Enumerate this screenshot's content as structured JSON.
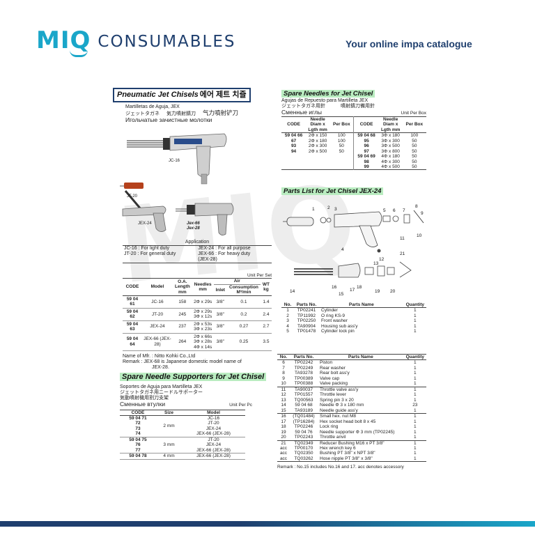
{
  "header": {
    "logo_brand": "MIQ",
    "logo_word": "CONSUMABLES",
    "tagline": "Your online impa catalogue",
    "watermark": "MIQ"
  },
  "chisels": {
    "title": "Pneumatic Jet Chisels",
    "title_korean": "에어 제트 치즐",
    "sub_spanish": "Martilletas de Aguja, JEX",
    "sub_japanese": "ジェットタガネ",
    "sub_japanese2": "気力噴射錆刀",
    "sub_chinese": "气力噴射铲刀",
    "sub_russian": "Игольчатые зачистные молотки",
    "tool_labels": [
      "JC-16",
      "JT-20",
      "JEX-24",
      "Jex-66",
      "Jex-28"
    ],
    "application_label": "Application",
    "application": [
      [
        "JC-16 : For light duty",
        "JEX-24 : For all purpose"
      ],
      [
        "JT-20 : For general duty",
        "JEX-66 : For heavy duty"
      ],
      [
        "",
        "(JEX-28)"
      ]
    ],
    "unit_label": "Unit Per Set",
    "headers": {
      "code": "CODE",
      "model": "Model",
      "length": "O.A. Length mm",
      "needles": "Needles mm",
      "air": "Air",
      "inlet": "Inlet",
      "consumption": "Consumption M³/min",
      "wt": "WT kg"
    },
    "rows": [
      {
        "code": "59 04 61",
        "model": "JC-16",
        "length": "158",
        "needles": [
          "2Φ x 29s"
        ],
        "inlet": "3/8\"",
        "consumption": "0.1",
        "wt": "1.4"
      },
      {
        "code": "59 04 62",
        "model": "JT-20",
        "length": "245",
        "needles": [
          "2Φ x 29s",
          "3Φ x 12s"
        ],
        "inlet": "3/8\"",
        "consumption": "0.2",
        "wt": "2.4"
      },
      {
        "code": "59 04 63",
        "model": "JEX-24",
        "length": "237",
        "needles": [
          "2Φ x 53s",
          "3Φ x 23s"
        ],
        "inlet": "3/8\"",
        "consumption": "0.27",
        "wt": "2.7"
      },
      {
        "code": "59 04 64",
        "model": "JEX-66 (JEX-28)",
        "length": "264",
        "needles": [
          "2Φ x 66s",
          "3Φ x 28s",
          "4Φ x 14s"
        ],
        "inlet": "3/8\"",
        "consumption": "0.25",
        "wt": "3.5"
      }
    ],
    "mfr": "Name of Mfr. : Nitto Kohki Co.,Ltd",
    "remark": "Remark :   JEX-68 is Japanese domestic model name of",
    "remark2": "JEX-28."
  },
  "supporters": {
    "title": "Spare Needle Supporters for Jet Chisel",
    "sub_spanish": "Soportes de Aguja para Martilleta JEX",
    "sub_japanese": "ジェットタガネ用ニードルサポーター",
    "sub_chinese": "気動噴射機用割刀支架",
    "sub_russian": "Сменные втулки",
    "unit_label": "Unit Per Pc",
    "headers": {
      "code": "CODE",
      "size": "Size",
      "model": "Model"
    },
    "groups": [
      {
        "size": "2 mm",
        "rows": [
          [
            "59 04 71",
            "JC-16"
          ],
          [
            "72",
            "JT-20"
          ],
          [
            "73",
            "JEX-24"
          ],
          [
            "74",
            "JEX-66 (JEX-28)"
          ]
        ]
      },
      {
        "size": "3 mm",
        "rows": [
          [
            "59 04 75",
            "JT-20"
          ],
          [
            "76",
            "JEX-24"
          ],
          [
            "77",
            "JEX-66 (JEX-28)"
          ]
        ]
      },
      {
        "size": "4 mm",
        "rows": [
          [
            "59 04 78",
            "JEX-66 (JEX-28)"
          ]
        ]
      }
    ]
  },
  "needles": {
    "title": "Spare Needles for Jet Chisel",
    "sub_spanish": "Agujas de Repuesto para Martilleta JEX",
    "sub_japanese": "ジェットタガネ用針",
    "sub_chinese": "噴射錆刀備用針",
    "sub_russian": "Сменные иглы",
    "unit_label": "Unit Per Box",
    "headers": {
      "code": "CODE",
      "needle": "Needle Diam x Lgth mm",
      "perbox": "Per Box"
    },
    "left": [
      [
        "59 04 66",
        "2Φ x 150",
        "100"
      ],
      [
        "67",
        "2Φ x 180",
        "100"
      ],
      [
        "93",
        "2Φ x 300",
        "50"
      ],
      [
        "94",
        "2Φ x 500",
        "50"
      ]
    ],
    "right": [
      [
        "59 04 68",
        "3Φ x 180",
        "100"
      ],
      [
        "95",
        "3Φ x 300",
        "50"
      ],
      [
        "96",
        "3Φ x 500",
        "50"
      ],
      [
        "97",
        "3Φ x 800",
        "50"
      ],
      [
        "59 04 69",
        "4Φ x 180",
        "50"
      ],
      [
        "98",
        "4Φ x 300",
        "50"
      ],
      [
        "99",
        "4Φ x 500",
        "50"
      ]
    ]
  },
  "parts": {
    "title": "Parts List for Jet Chisel JEX-24",
    "diagram_numbers": [
      "1",
      "2",
      "3",
      "5",
      "6",
      "7",
      "8",
      "9",
      "10",
      "11",
      "12",
      "13",
      "14",
      "15",
      "16",
      "17",
      "18",
      "19",
      "20",
      "21",
      "4"
    ],
    "headers": {
      "no": "No.",
      "partno": "Parts No.",
      "name": "Parts Name",
      "qty": "Quantity"
    },
    "group1": [
      [
        "1",
        "TP02241",
        "Cylinder",
        "1"
      ],
      [
        "2",
        "TP11992",
        "O ring KS-9",
        "1"
      ],
      [
        "3",
        "TP02250",
        "Front washer",
        "1"
      ],
      [
        "4",
        "TA90904",
        "Housing sub ass'y",
        "1"
      ],
      [
        "5",
        "TP01478",
        "Cylinder lock pin",
        "1"
      ]
    ],
    "group2": [
      [
        "6",
        "TP02242",
        "Piston",
        "1"
      ],
      [
        "7",
        "TP02249",
        "Rear washer",
        "1"
      ],
      [
        "8",
        "TA93278",
        "Rear bolt ass'y",
        "1"
      ],
      [
        "9",
        "TP00389",
        "Valve cap",
        "1"
      ],
      [
        "10",
        "TP00388",
        "Valve packing",
        "1"
      ]
    ],
    "group3": [
      [
        "11",
        "TA90037",
        "Throttle valve ass'y",
        "1"
      ],
      [
        "12",
        "TP01557",
        "Throttle lever",
        "1"
      ],
      [
        "13",
        "TQ00563",
        "Spring pin 3 x 20",
        "1"
      ],
      [
        "14",
        "59 04 68",
        "Needle Φ 3 x 180 mm",
        "23"
      ],
      [
        "15",
        "TA93189",
        "Needle guide ass'y",
        "1"
      ]
    ],
    "group4": [
      [
        "16",
        "(TQ01484)",
        "Small hex. nut M8",
        "1"
      ],
      [
        "17",
        "(TP16284)",
        "Hex socket head bolt 8 x 45",
        "1"
      ],
      [
        "18",
        "TP02246",
        "Lock ring",
        "1"
      ],
      [
        "19",
        "59 04 76",
        "Needle supporter Φ 3 mm (TP02245)",
        "1"
      ],
      [
        "20",
        "TP02243",
        "Throttle anvil",
        "1"
      ]
    ],
    "group5": [
      [
        "21",
        "TQ02349",
        "Reducer Bushing M16 x PT 3/8\"",
        "1"
      ],
      [
        "acc",
        "TP00170",
        "Hex wrench key 6",
        "1"
      ],
      [
        "acc",
        "TQ02350",
        "Bushing PT 3/8\" x NPT 3/8\"",
        "1"
      ],
      [
        "acc",
        "TQ03262",
        "Hose nipple PT 3/8\" x 3/8\"",
        "1"
      ]
    ],
    "remark": "Remark : No.15 includes No.16 and 17.  acc denotes accessory"
  }
}
